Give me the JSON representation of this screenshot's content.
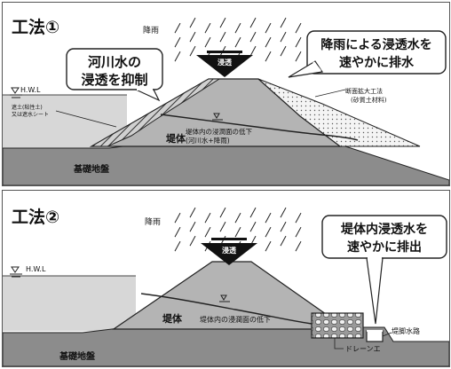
{
  "panel1": {
    "method_title": "工法①",
    "rain_label": "降雨",
    "infiltration_label": "浸透",
    "callout_left": [
      "河川水の",
      "浸透を抑制"
    ],
    "callout_right": [
      "降雨による浸透水を",
      "速やかに排水"
    ],
    "hwl": "H.W.L",
    "impermeable": [
      "遮土(粘性土)",
      "又は遮水シート"
    ],
    "section_expansion": [
      "断面拡大工法",
      "(砂質土材料)"
    ],
    "embankment": "堤体",
    "seepage_drop": [
      "堤体内の浸潤面の低下",
      "(河川水+降雨)"
    ],
    "foundation": "基礎地盤"
  },
  "panel2": {
    "method_title": "工法②",
    "rain_label": "降雨",
    "infiltration_label": "浸透",
    "callout_right": [
      "堤体内浸透水を",
      "速やかに排出"
    ],
    "hwl": "H.W.L",
    "embankment": "堤体",
    "seepage_drop": "堤体内の浸潤面の低下",
    "toe_channel": "堤脚水路",
    "drain": "ドレーンエ",
    "foundation": "基礎地盤"
  },
  "colors": {
    "foundation": "#8c8c8c",
    "embankment": "#b4b4b4",
    "water": "#d7d7d7",
    "hatch": "#444444",
    "outline": "#222222"
  }
}
